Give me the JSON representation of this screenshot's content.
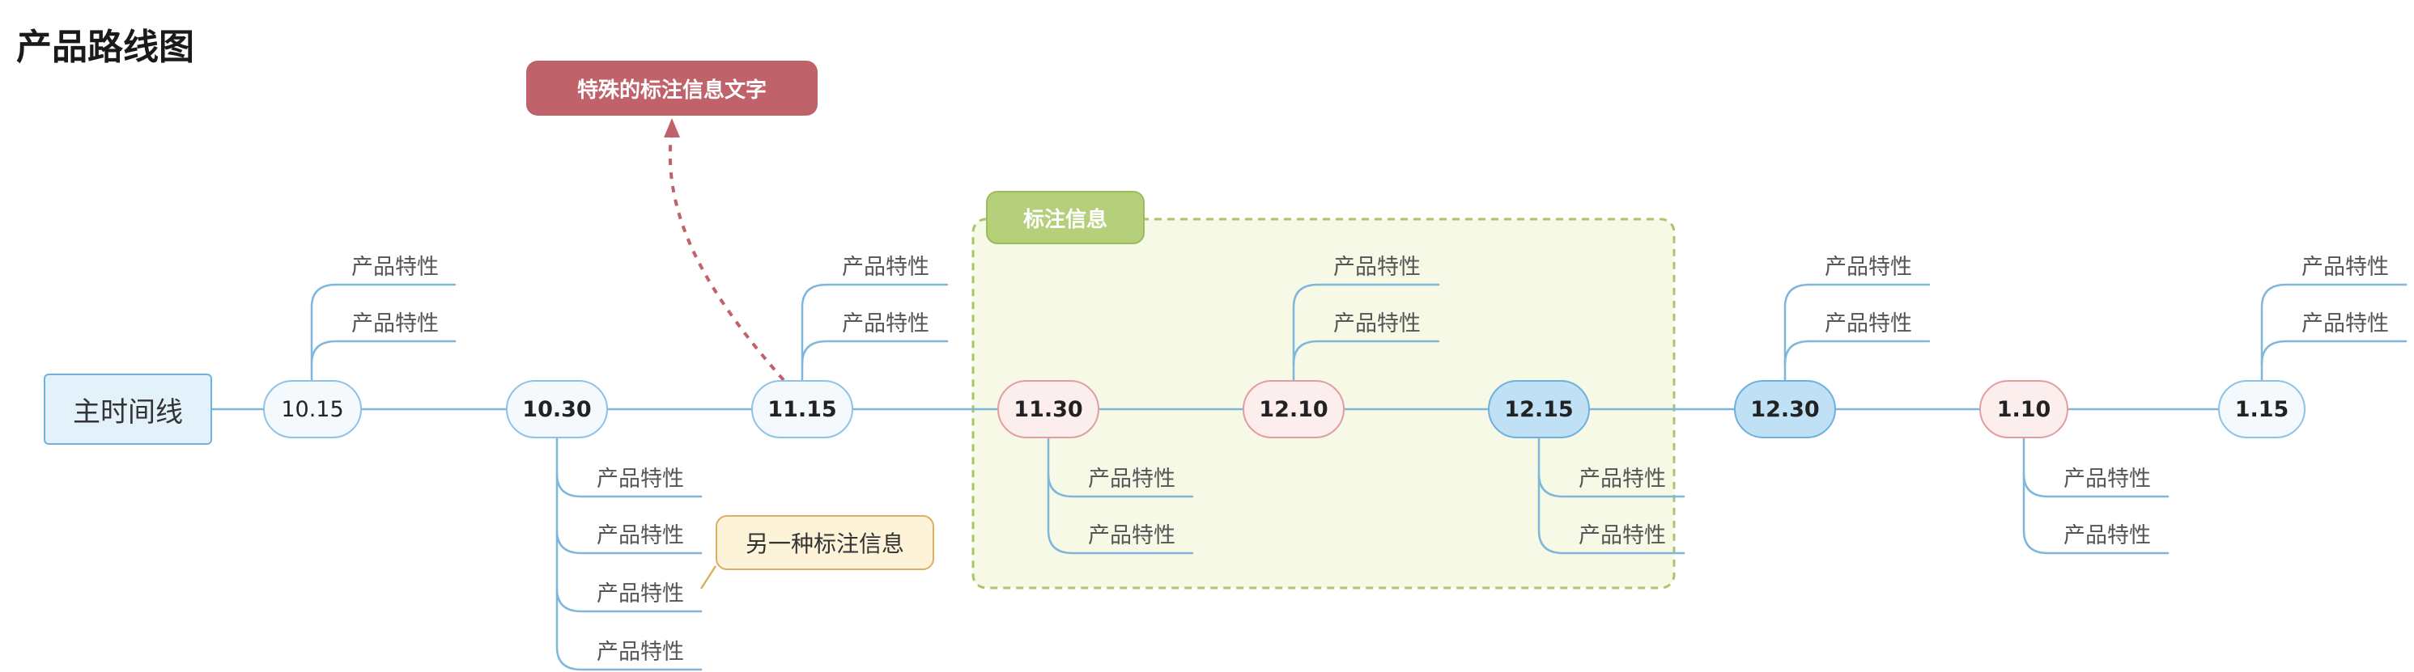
{
  "title": "产品路线图",
  "root": "主时间线",
  "milestones": [
    {
      "label": "10.15",
      "style": "plain"
    },
    {
      "label": "10.30",
      "style": "plain-bold"
    },
    {
      "label": "11.15",
      "style": "plain-bold"
    },
    {
      "label": "11.30",
      "style": "pink-bold"
    },
    {
      "label": "12.10",
      "style": "pink-bold"
    },
    {
      "label": "12.15",
      "style": "blue-bold"
    },
    {
      "label": "12.30",
      "style": "blue-bold"
    },
    {
      "label": "1.10",
      "style": "pink-bold"
    },
    {
      "label": "1.15",
      "style": "plain-bold"
    }
  ],
  "features": {
    "m1_above": [
      "产品特性",
      "产品特性"
    ],
    "m2_below": [
      "产品特性",
      "产品特性",
      "产品特性",
      "产品特性"
    ],
    "m3_above": [
      "产品特性",
      "产品特性"
    ],
    "m4_below": [
      "产品特性",
      "产品特性"
    ],
    "m5_above": [
      "产品特性",
      "产品特性"
    ],
    "m6_below": [
      "产品特性",
      "产品特性"
    ],
    "m7_above": [
      "产品特性",
      "产品特性"
    ],
    "m8_below": [
      "产品特性",
      "产品特性"
    ],
    "m9_above": [
      "产品特性",
      "产品特性"
    ]
  },
  "callouts": {
    "special": "特殊的标注信息文字",
    "boundary": "标注信息",
    "other": "另一种标注信息"
  },
  "colors": {
    "line": "#7fb6dc",
    "boundary_fill": "#f5f9e6",
    "boundary_stroke": "#a8c66c",
    "dashed_arrow": "#c0626a",
    "connector_cream": "#dcae64"
  }
}
